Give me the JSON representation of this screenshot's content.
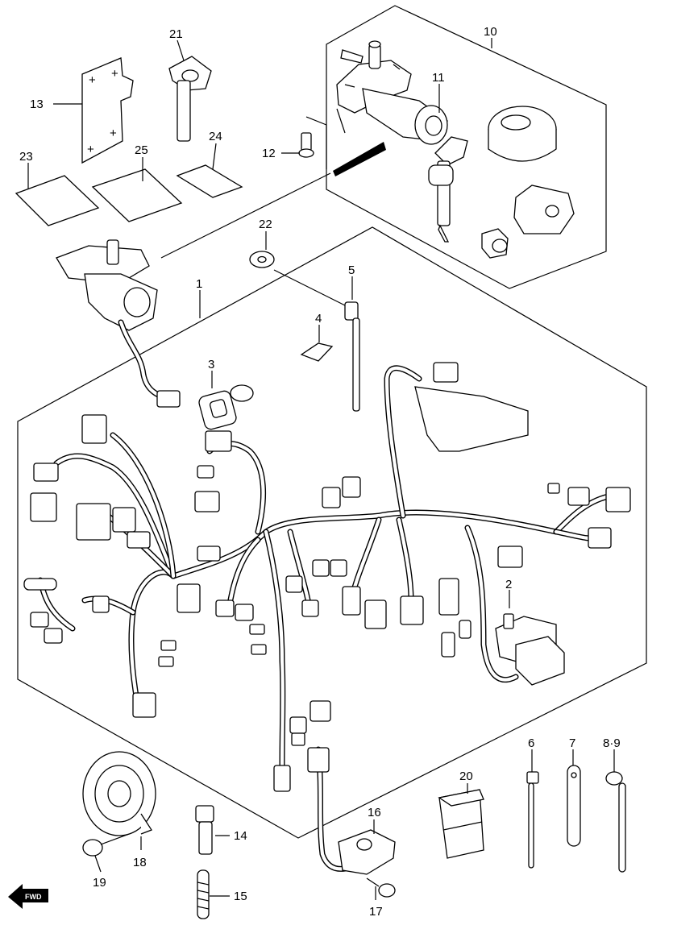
{
  "labels": {
    "p1": "1",
    "p2": "2",
    "p3": "3",
    "p4": "4",
    "p5": "5",
    "p6": "6",
    "p7": "7",
    "p89": "8·9",
    "p10": "10",
    "p11": "11",
    "p12": "12",
    "p13": "13",
    "p14": "14",
    "p15": "15",
    "p16": "16",
    "p17": "17",
    "p18": "18",
    "p19": "19",
    "p20": "20",
    "p21": "21",
    "p22": "22",
    "p23": "23",
    "p24": "24",
    "p25": "25"
  },
  "fwd_label": "FWD"
}
